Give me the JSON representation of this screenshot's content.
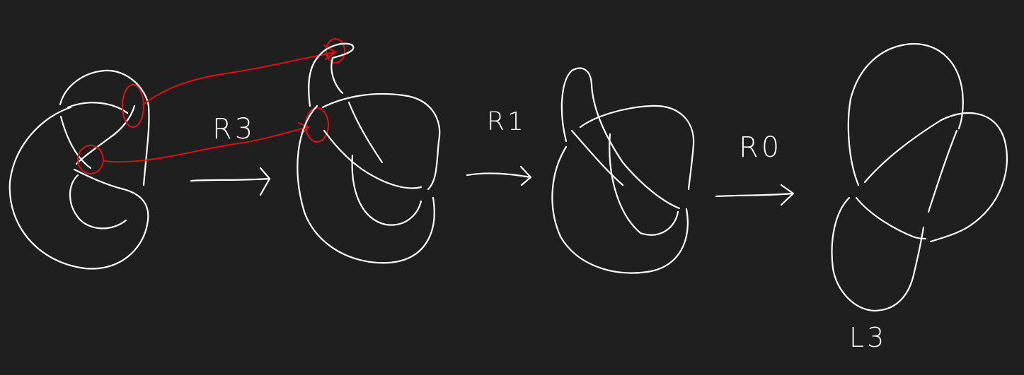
{
  "colors": {
    "background": "#1f1f1f",
    "ink": "#ffffff",
    "highlight": "#e01010"
  },
  "labels": {
    "move_1": "R3",
    "move_2": "R1",
    "move_3": "R0",
    "result": "L3"
  }
}
